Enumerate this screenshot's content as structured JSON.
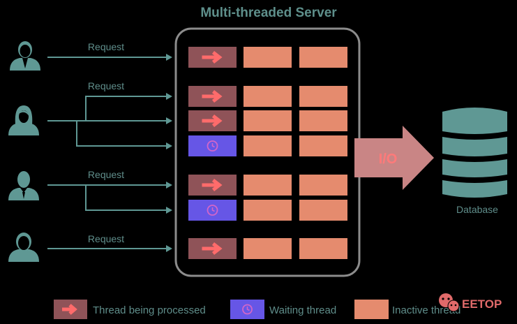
{
  "title": "Multi-threaded Server",
  "colors": {
    "background": "#000000",
    "teal": "#5f9894",
    "processing": "#8f5358",
    "processing_arrow": "#ff6b6b",
    "waiting": "#6656e6",
    "waiting_icon": "#d266c9",
    "inactive": "#e58b6e",
    "io_arrow": "#c98585",
    "server_border": "#8c8c8c",
    "label_text": "#5f8d8a"
  },
  "clients": [
    {
      "icon": "man-user-icon",
      "request_label": "Request",
      "threads": 1
    },
    {
      "icon": "woman-user-icon",
      "request_label": "Request",
      "threads": 3
    },
    {
      "icon": "businessman-user-icon",
      "request_label": "Request",
      "threads": 2
    },
    {
      "icon": "user-icon",
      "request_label": "Request",
      "threads": 1
    }
  ],
  "thread_rows": [
    {
      "state": "processing",
      "slots": [
        "inactive",
        "inactive"
      ]
    },
    {
      "state": "processing",
      "slots": [
        "inactive",
        "inactive"
      ]
    },
    {
      "state": "processing",
      "slots": [
        "inactive",
        "inactive"
      ]
    },
    {
      "state": "waiting",
      "slots": [
        "inactive",
        "inactive"
      ]
    },
    {
      "state": "processing",
      "slots": [
        "inactive",
        "inactive"
      ]
    },
    {
      "state": "waiting",
      "slots": [
        "inactive",
        "inactive"
      ]
    },
    {
      "state": "processing",
      "slots": [
        "inactive",
        "inactive"
      ]
    }
  ],
  "io_label": "I/O",
  "database_label": "Database",
  "legend": [
    {
      "key": "processing",
      "label": "Thread being processed"
    },
    {
      "key": "waiting",
      "label": "Waiting thread"
    },
    {
      "key": "inactive",
      "label": "Inactive thread"
    }
  ],
  "watermark": "EETOP"
}
